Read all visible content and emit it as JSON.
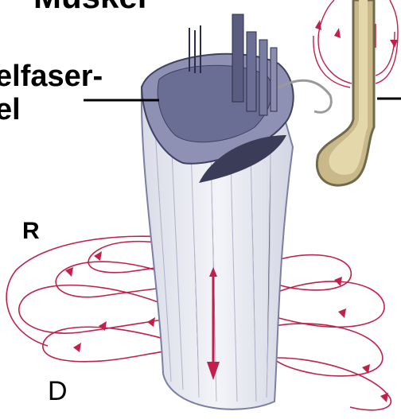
{
  "labels": {
    "top_partial": "Muskel",
    "fiber_line1": "elfaser-",
    "fiber_line2": "el",
    "R": "R",
    "D": "D"
  },
  "colors": {
    "field_line": "#c0204a",
    "muscle_fill": "#e7e8f0",
    "muscle_stroke": "#7b7fa3",
    "fiber_dark": "#4a4c6e",
    "spindle_fill": "#c9b98a",
    "spindle_stroke": "#6f6a4c",
    "label": "#000000"
  }
}
